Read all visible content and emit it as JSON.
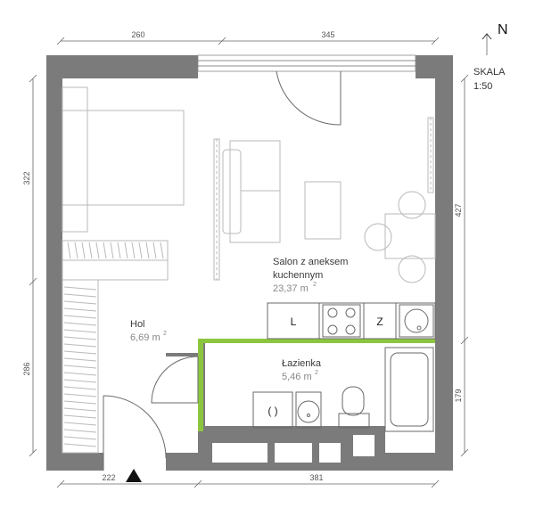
{
  "dimensions": {
    "top_left": "260",
    "top_right": "345",
    "bottom_left": "222",
    "bottom_right": "381",
    "left_upper": "322",
    "left_lower": "286",
    "right_upper": "427",
    "right_lower": "179"
  },
  "rooms": {
    "salon": {
      "name_line1": "Salon z aneksem",
      "name_line2": "kuchennym",
      "area": "23,37 m",
      "sup": "2"
    },
    "hol": {
      "name": "Hol",
      "area": "6,69 m",
      "sup": "2"
    },
    "lazienka": {
      "name": "Łazienka",
      "area": "5,46 m",
      "sup": "2"
    }
  },
  "appliances": {
    "fridge": "L",
    "dishwasher": "Z",
    "washer": "( )"
  },
  "compass": {
    "north": "N"
  },
  "scale": {
    "label": "SKALA",
    "value": "1:50"
  },
  "colors": {
    "wall": "#7b7b7b",
    "accent_green": "#8cc63f",
    "entrance_marker": "#111111"
  }
}
